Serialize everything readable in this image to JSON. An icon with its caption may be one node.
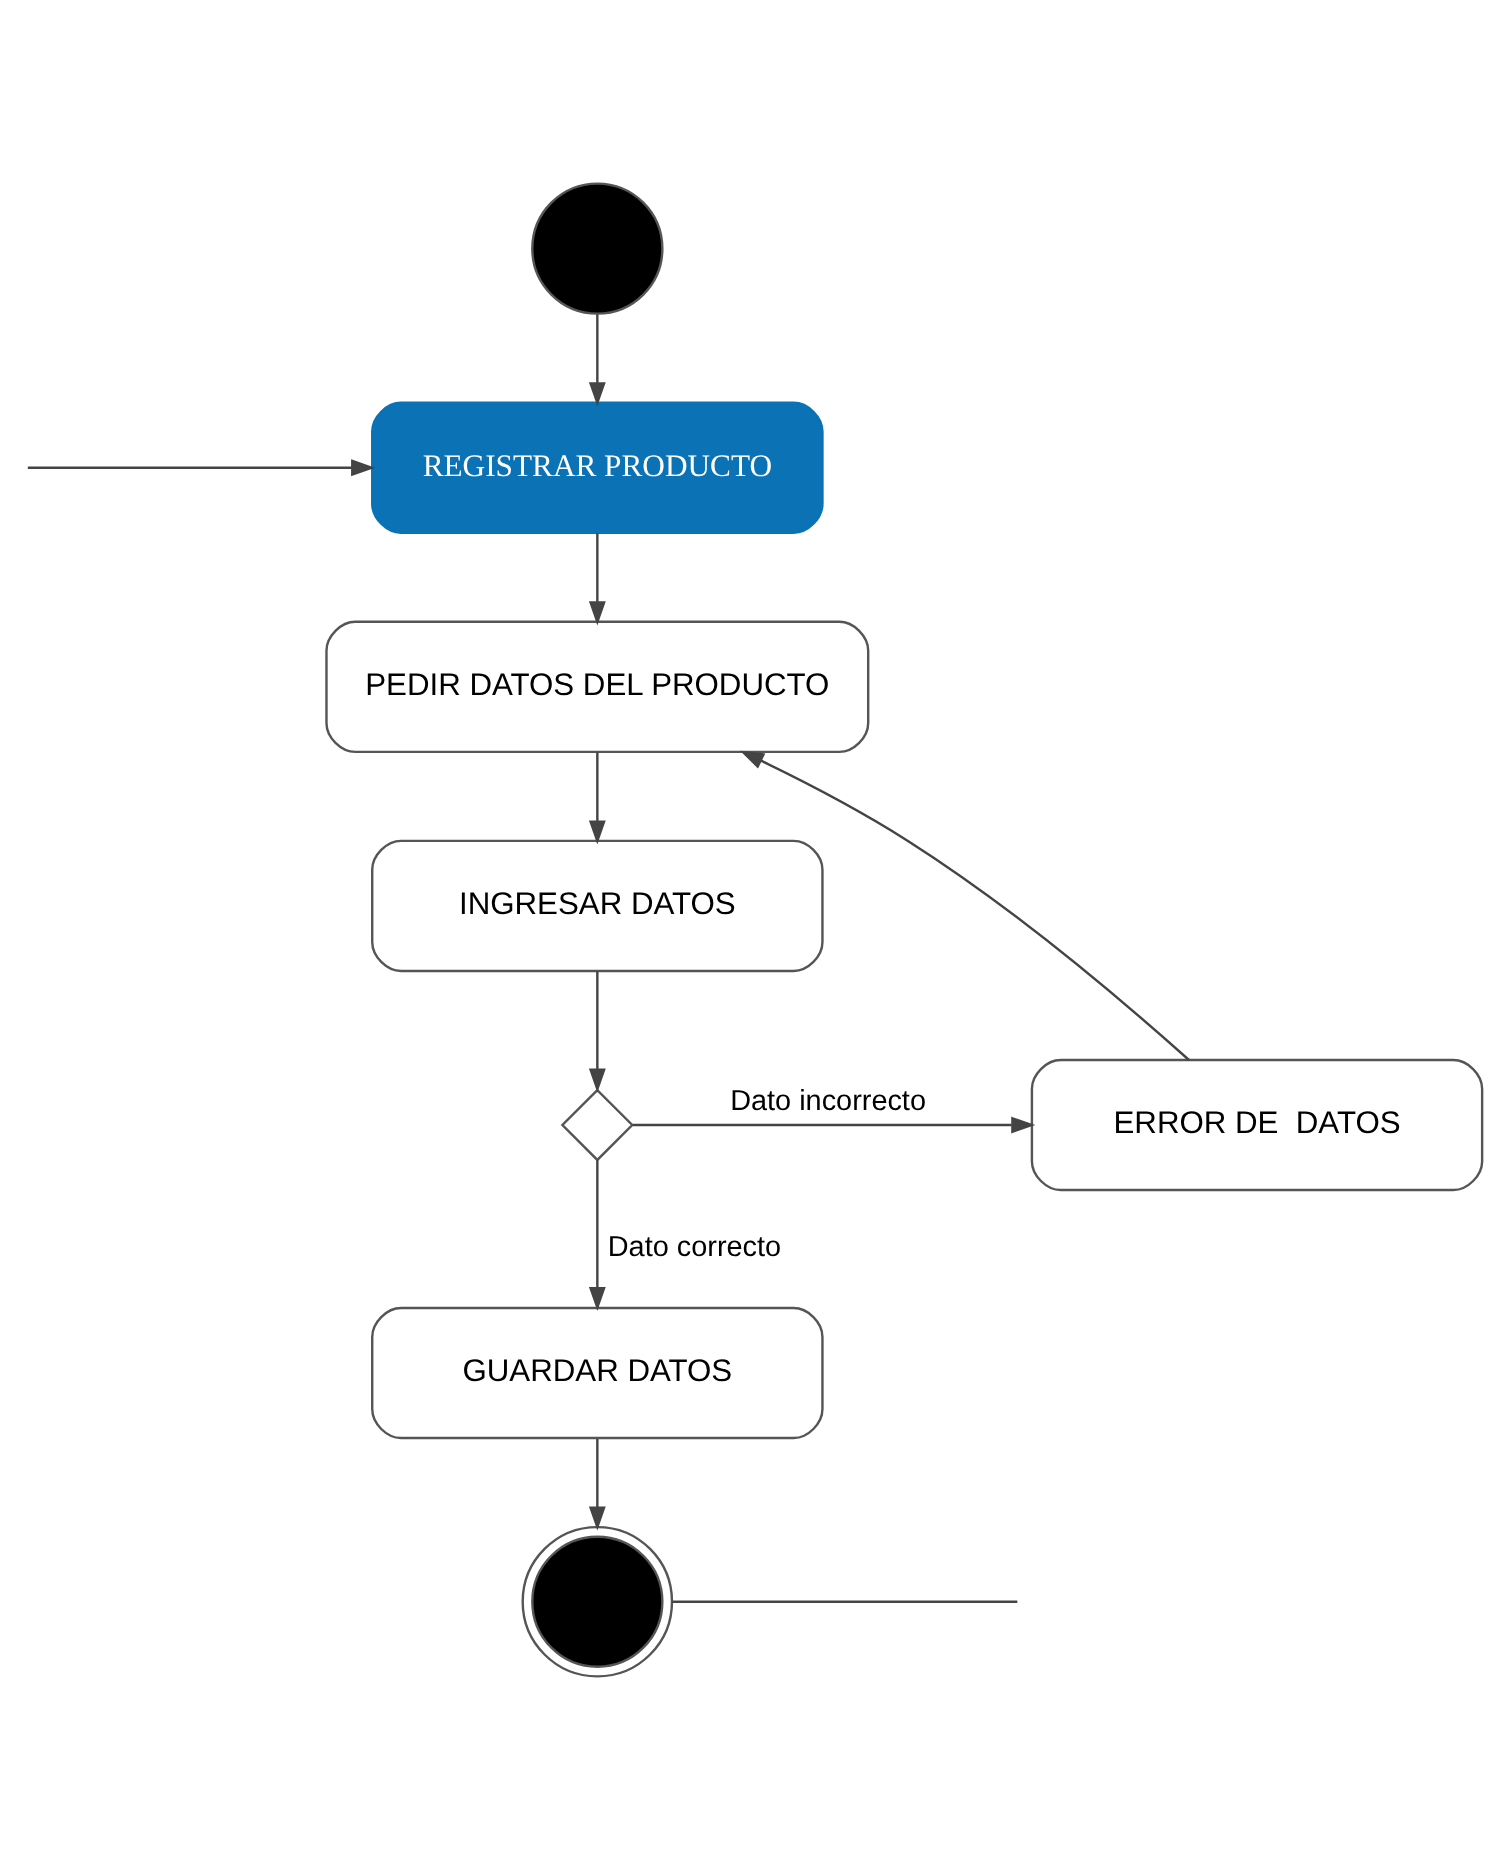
{
  "diagram": {
    "nodes": [
      {
        "text": [],
        "shape": "circle"
      },
      {
        "text": [
          "REGISTRAR PRODUCTO"
        ]
      },
      {
        "text": [
          "PEDIR DATOS DEL PRODUCTO"
        ]
      },
      {
        "text": [
          "INGRESAR DATOS"
        ]
      },
      {
        "text": [],
        "shape": "diamond"
      },
      {
        "text": [
          "ERROR DE  DATOS"
        ]
      },
      {
        "text": [
          "GUARDAR DATOS"
        ]
      },
      {
        "text": [],
        "shape": "bullseye"
      }
    ],
    "edges": [
      {
        "from": 0,
        "to": 1,
        "arrow": "to"
      },
      {
        "from": 1,
        "to": 2,
        "arrow": "to"
      },
      {
        "from": 2,
        "to": 3,
        "arrow": "to"
      },
      {
        "from": 3,
        "to": 4,
        "arrow": "to"
      },
      {
        "from": 4,
        "to": 5,
        "arrow": "to",
        "label": "Dato incorrecto"
      },
      {
        "from": 5,
        "to": 2,
        "arrow": "to"
      },
      {
        "from": 4,
        "to": 6,
        "arrow": "to",
        "label": "Dato correcto"
      },
      {
        "from": 6,
        "to": 7,
        "arrow": "to"
      },
      {
        "from": 7,
        "to": null,
        "arrow": "none"
      },
      {
        "from": null,
        "to": 1,
        "arrow": "to"
      }
    ]
  }
}
